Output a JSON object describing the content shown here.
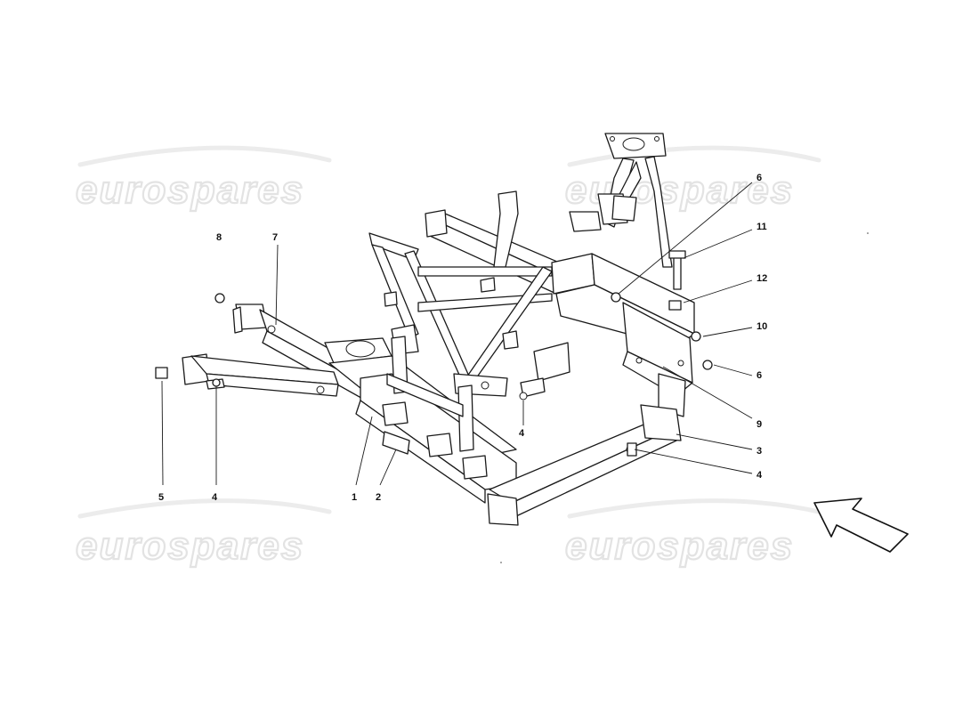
{
  "watermarks": [
    "eurospares",
    "eurospares",
    "eurospares",
    "eurospares"
  ],
  "callouts": [
    "8",
    "7",
    "6",
    "11",
    "12",
    "10",
    "6",
    "9",
    "3",
    "4",
    "5",
    "4",
    "1",
    "2",
    "4"
  ],
  "orientation_arrow": "front-direction-arrow",
  "colors": {
    "line": "#1a1a1a",
    "watermark": "#e3e3e3",
    "background": "#ffffff"
  }
}
